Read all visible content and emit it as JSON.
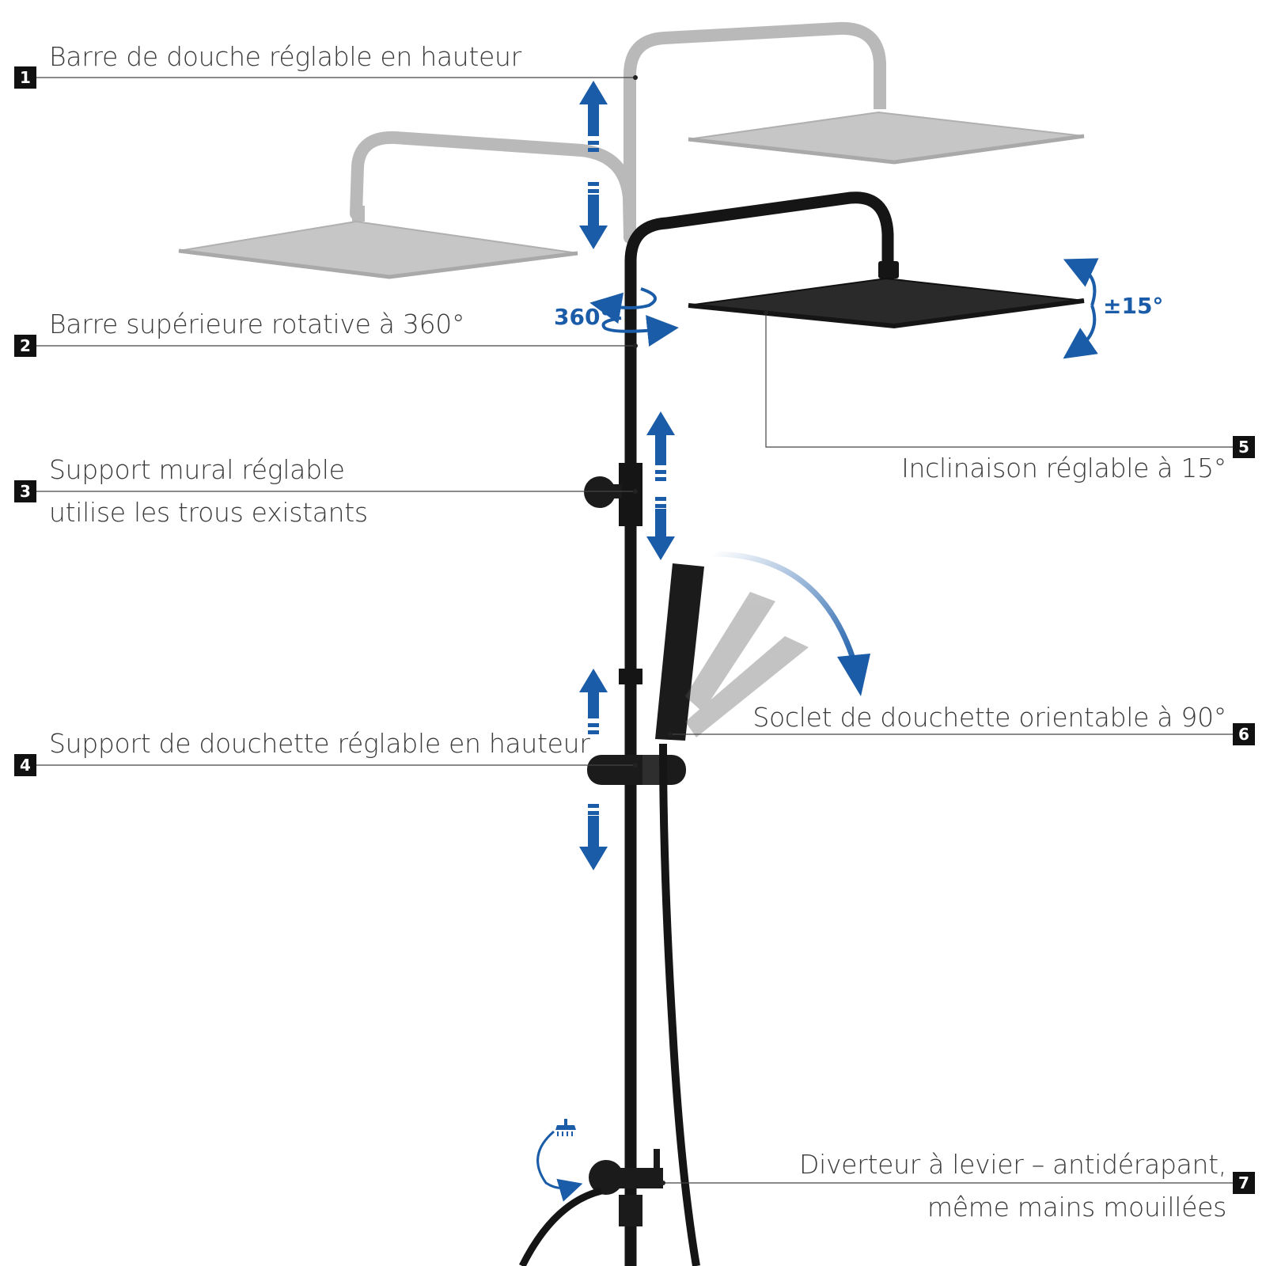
{
  "colors": {
    "accent_blue": "#1a5ca8",
    "fixture_black": "#151515",
    "ghost_gray": "#b9b9b9",
    "label_text": "#3a3a3a"
  },
  "callouts": [
    {
      "number": "1",
      "lines": [
        "Barre de douche réglable en hauteur"
      ]
    },
    {
      "number": "2",
      "lines": [
        "Barre supérieure rotative à 360°"
      ]
    },
    {
      "number": "3",
      "lines": [
        "Support mural réglable",
        "utilise les trous existants"
      ]
    },
    {
      "number": "4",
      "lines": [
        "Support de douchette réglable en hauteur"
      ]
    },
    {
      "number": "5",
      "lines": [
        "Inclinaison réglable à 15°"
      ]
    },
    {
      "number": "6",
      "lines": [
        "Soclet de douchette orientable à 90°"
      ]
    },
    {
      "number": "7",
      "lines": [
        "Diverteur à levier – antidérapant,",
        "même mains mouillées"
      ]
    }
  ],
  "annotations": {
    "rotation": "360°",
    "tilt": "±15°"
  },
  "icons": [
    "double-arrow-icon",
    "rotation-arrow-icon",
    "tilt-arrow-icon",
    "swing-arrow-icon",
    "shower-head-icon",
    "diverter-arrow-icon"
  ]
}
